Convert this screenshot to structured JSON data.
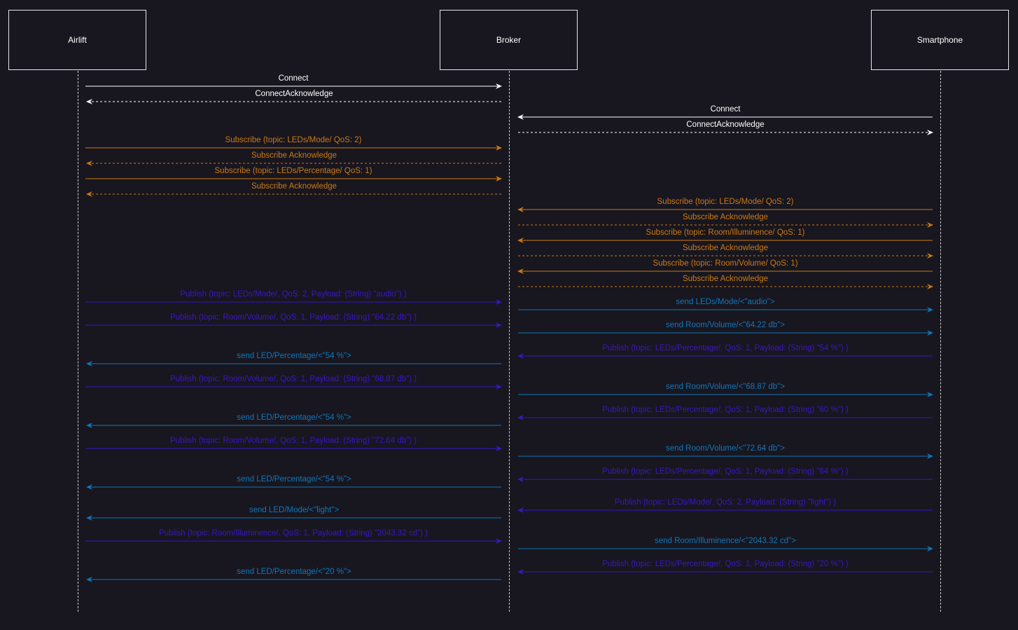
{
  "colors": {
    "background": "#18161f",
    "connect": "#ffffff",
    "subscribe": "#cc7a14",
    "publish": "#3a17c8",
    "send": "#1177bb"
  },
  "participants": [
    {
      "id": "airlift",
      "label": "Airlift"
    },
    {
      "id": "broker",
      "label": "Broker"
    },
    {
      "id": "smartphone",
      "label": "Smartphone"
    }
  ],
  "messages": [
    {
      "from": "airlift",
      "to": "broker",
      "label": "Connect",
      "kind": "connect",
      "style": "solid"
    },
    {
      "from": "broker",
      "to": "airlift",
      "label": "ConnectAcknowledge",
      "kind": "connect",
      "style": "dashed"
    },
    {
      "from": "smartphone",
      "to": "broker",
      "label": "Connect",
      "kind": "connect",
      "style": "solid"
    },
    {
      "from": "broker",
      "to": "smartphone",
      "label": "ConnectAcknowledge",
      "kind": "connect",
      "style": "dashed"
    },
    {
      "from": "airlift",
      "to": "broker",
      "label": "Subscribe (topic: LEDs/Mode/ QoS: 2)",
      "kind": "subscribe",
      "style": "solid"
    },
    {
      "from": "broker",
      "to": "airlift",
      "label": "Subscribe Acknowledge",
      "kind": "subscribe",
      "style": "dashed"
    },
    {
      "from": "airlift",
      "to": "broker",
      "label": "Subscribe (topic: LEDs/Percentage/ QoS: 1)",
      "kind": "subscribe",
      "style": "solid"
    },
    {
      "from": "broker",
      "to": "airlift",
      "label": "Subscribe Acknowledge",
      "kind": "subscribe",
      "style": "dashed"
    },
    {
      "from": "smartphone",
      "to": "broker",
      "label": "Subscribe (topic: LEDs/Mode/ QoS: 2)",
      "kind": "subscribe",
      "style": "solid"
    },
    {
      "from": "broker",
      "to": "smartphone",
      "label": "Subscribe Acknowledge",
      "kind": "subscribe",
      "style": "dashed"
    },
    {
      "from": "smartphone",
      "to": "broker",
      "label": "Subscribe (topic: Room/Illuminence/ QoS: 1)",
      "kind": "subscribe",
      "style": "solid"
    },
    {
      "from": "broker",
      "to": "smartphone",
      "label": "Subscribe Acknowledge",
      "kind": "subscribe",
      "style": "dashed"
    },
    {
      "from": "smartphone",
      "to": "broker",
      "label": "Subscribe (topic: Room/Volume/ QoS: 1)",
      "kind": "subscribe",
      "style": "solid"
    },
    {
      "from": "broker",
      "to": "smartphone",
      "label": "Subscribe Acknowledge",
      "kind": "subscribe",
      "style": "dashed"
    },
    {
      "from": "airlift",
      "to": "broker",
      "label": "Publish (topic: LEDs/Mode/, QoS: 2, Payload: (String) \"audio\") )",
      "kind": "publish",
      "style": "solid"
    },
    {
      "from": "broker",
      "to": "smartphone",
      "label": "send LEDs/Mode/<\"audio\">",
      "kind": "send",
      "style": "solid"
    },
    {
      "from": "airlift",
      "to": "broker",
      "label": "Publish (topic: Room/Volume/, QoS: 1, Payload: (String) \"64.22 db\") )",
      "kind": "publish",
      "style": "solid"
    },
    {
      "from": "broker",
      "to": "smartphone",
      "label": "send Room/Volume/<\"64.22 db\">",
      "kind": "send",
      "style": "solid"
    },
    {
      "from": "smartphone",
      "to": "broker",
      "label": "Publish (topic: LEDs/Percentage/, QoS: 1, Payload: (String) \"54 %\") )",
      "kind": "publish",
      "style": "solid"
    },
    {
      "from": "broker",
      "to": "airlift",
      "label": "send LED/Percentage/<\"54 %\">",
      "kind": "send",
      "style": "solid"
    },
    {
      "from": "airlift",
      "to": "broker",
      "label": "Publish (topic: Room/Volume/, QoS: 1, Payload: (String) \"68.87 db\") )",
      "kind": "publish",
      "style": "solid"
    },
    {
      "from": "broker",
      "to": "smartphone",
      "label": "send Room/Volume/<\"68.87 db\">",
      "kind": "send",
      "style": "solid"
    },
    {
      "from": "smartphone",
      "to": "broker",
      "label": "Publish (topic: LEDs/Percentage/, QoS: 1, Payload: (String) \"60 %\") )",
      "kind": "publish",
      "style": "solid"
    },
    {
      "from": "broker",
      "to": "airlift",
      "label": "send LED/Percentage/<\"54 %\">",
      "kind": "send",
      "style": "solid"
    },
    {
      "from": "airlift",
      "to": "broker",
      "label": "Publish (topic: Room/Volume/, QoS: 1, Payload: (String) \"72.64 db\") )",
      "kind": "publish",
      "style": "solid"
    },
    {
      "from": "broker",
      "to": "smartphone",
      "label": "send Room/Volume/<\"72.64 db\">",
      "kind": "send",
      "style": "solid"
    },
    {
      "from": "smartphone",
      "to": "broker",
      "label": "Publish (topic: LEDs/Percentage/, QoS: 1, Payload: (String) \"64 %\") )",
      "kind": "publish",
      "style": "solid"
    },
    {
      "from": "broker",
      "to": "airlift",
      "label": "send LED/Percentage/<\"54 %\">",
      "kind": "send",
      "style": "solid"
    },
    {
      "from": "smartphone",
      "to": "broker",
      "label": "Publish (topic: LEDs/Mode/, QoS: 2, Payload: (String) \"light\") )",
      "kind": "publish",
      "style": "solid"
    },
    {
      "from": "broker",
      "to": "airlift",
      "label": "send LED/Mode/<\"light\">",
      "kind": "send",
      "style": "solid"
    },
    {
      "from": "airlift",
      "to": "broker",
      "label": "Publish (topic: Room/Illuminence/, QoS: 1, Payload: (String) \"2043.32 cd\") )",
      "kind": "publish",
      "style": "solid"
    },
    {
      "from": "broker",
      "to": "smartphone",
      "label": "send Room/Illuminence/<\"2043.32 cd\">",
      "kind": "send",
      "style": "solid"
    },
    {
      "from": "smartphone",
      "to": "broker",
      "label": "Publish (topic: LEDs/Percentage/, QoS: 1, Payload: (String) \"20 %\") )",
      "kind": "publish",
      "style": "solid"
    },
    {
      "from": "broker",
      "to": "airlift",
      "label": "send LED/Percentage/<\"20 %\">",
      "kind": "send",
      "style": "solid"
    }
  ]
}
